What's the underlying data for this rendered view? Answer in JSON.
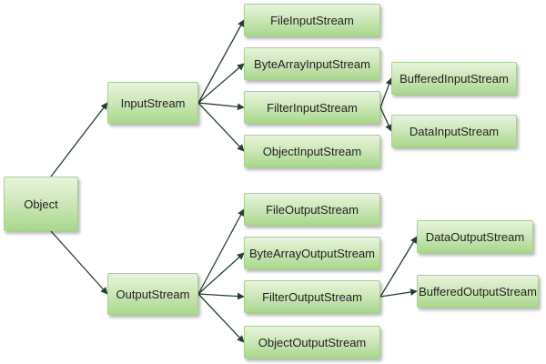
{
  "diagram": {
    "root": "Object",
    "input_stream": "InputStream",
    "output_stream": "OutputStream",
    "input_children": [
      "FileInputStream",
      "ByteArrayInputStream",
      "FilterInputStream",
      "ObjectInputStream"
    ],
    "filter_input_children": [
      "BufferedInputStream",
      "DataInputStream"
    ],
    "output_children": [
      "FileOutputStream",
      "ByteArrayOutputStream",
      "FilterOutputStream",
      "ObjectOutputStream"
    ],
    "filter_output_children": [
      "DataOutputStream",
      "BufferedOutputStream"
    ]
  },
  "colors": {
    "node_fill_top": "#e7f4dc",
    "node_fill_bottom": "#a9d88d",
    "node_border": "#a9cf8f",
    "edge": "#24402f"
  }
}
